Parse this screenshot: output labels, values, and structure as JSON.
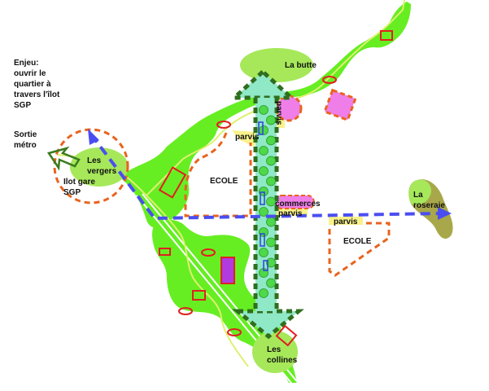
{
  "title_lines": [
    "Enjeu:",
    "ouvrir le",
    "quartier à",
    "travers l'îlot",
    "SGP"
  ],
  "sortie_lines": [
    "Sortie",
    "métro"
  ],
  "places": {
    "vergers": [
      "Les",
      "vergers"
    ],
    "ilot_gare": [
      "Ilot gare",
      "SGP"
    ],
    "la_butte": "La butte",
    "les_collines": [
      "Les",
      "collines"
    ],
    "la_roseraie": [
      "La",
      "roseraie"
    ],
    "ecole_1": "ECOLE",
    "ecole_2": "ECOLE",
    "parvis_1": "parvis",
    "parvis_2": "parvis",
    "parvis_3": "parvis",
    "parvis_4": "parvis",
    "commerces": "commerces"
  },
  "colors": {
    "green": "#66ee22",
    "light_green": "#a6e85a",
    "aqua": "#8fe8c6",
    "dark_green": "#2f6e1e",
    "orange": "#e8641e",
    "blue": "#4a4ef0",
    "pink": "#f07ee8",
    "olive": "#a8a84a",
    "yellow": "#f8f28a"
  }
}
